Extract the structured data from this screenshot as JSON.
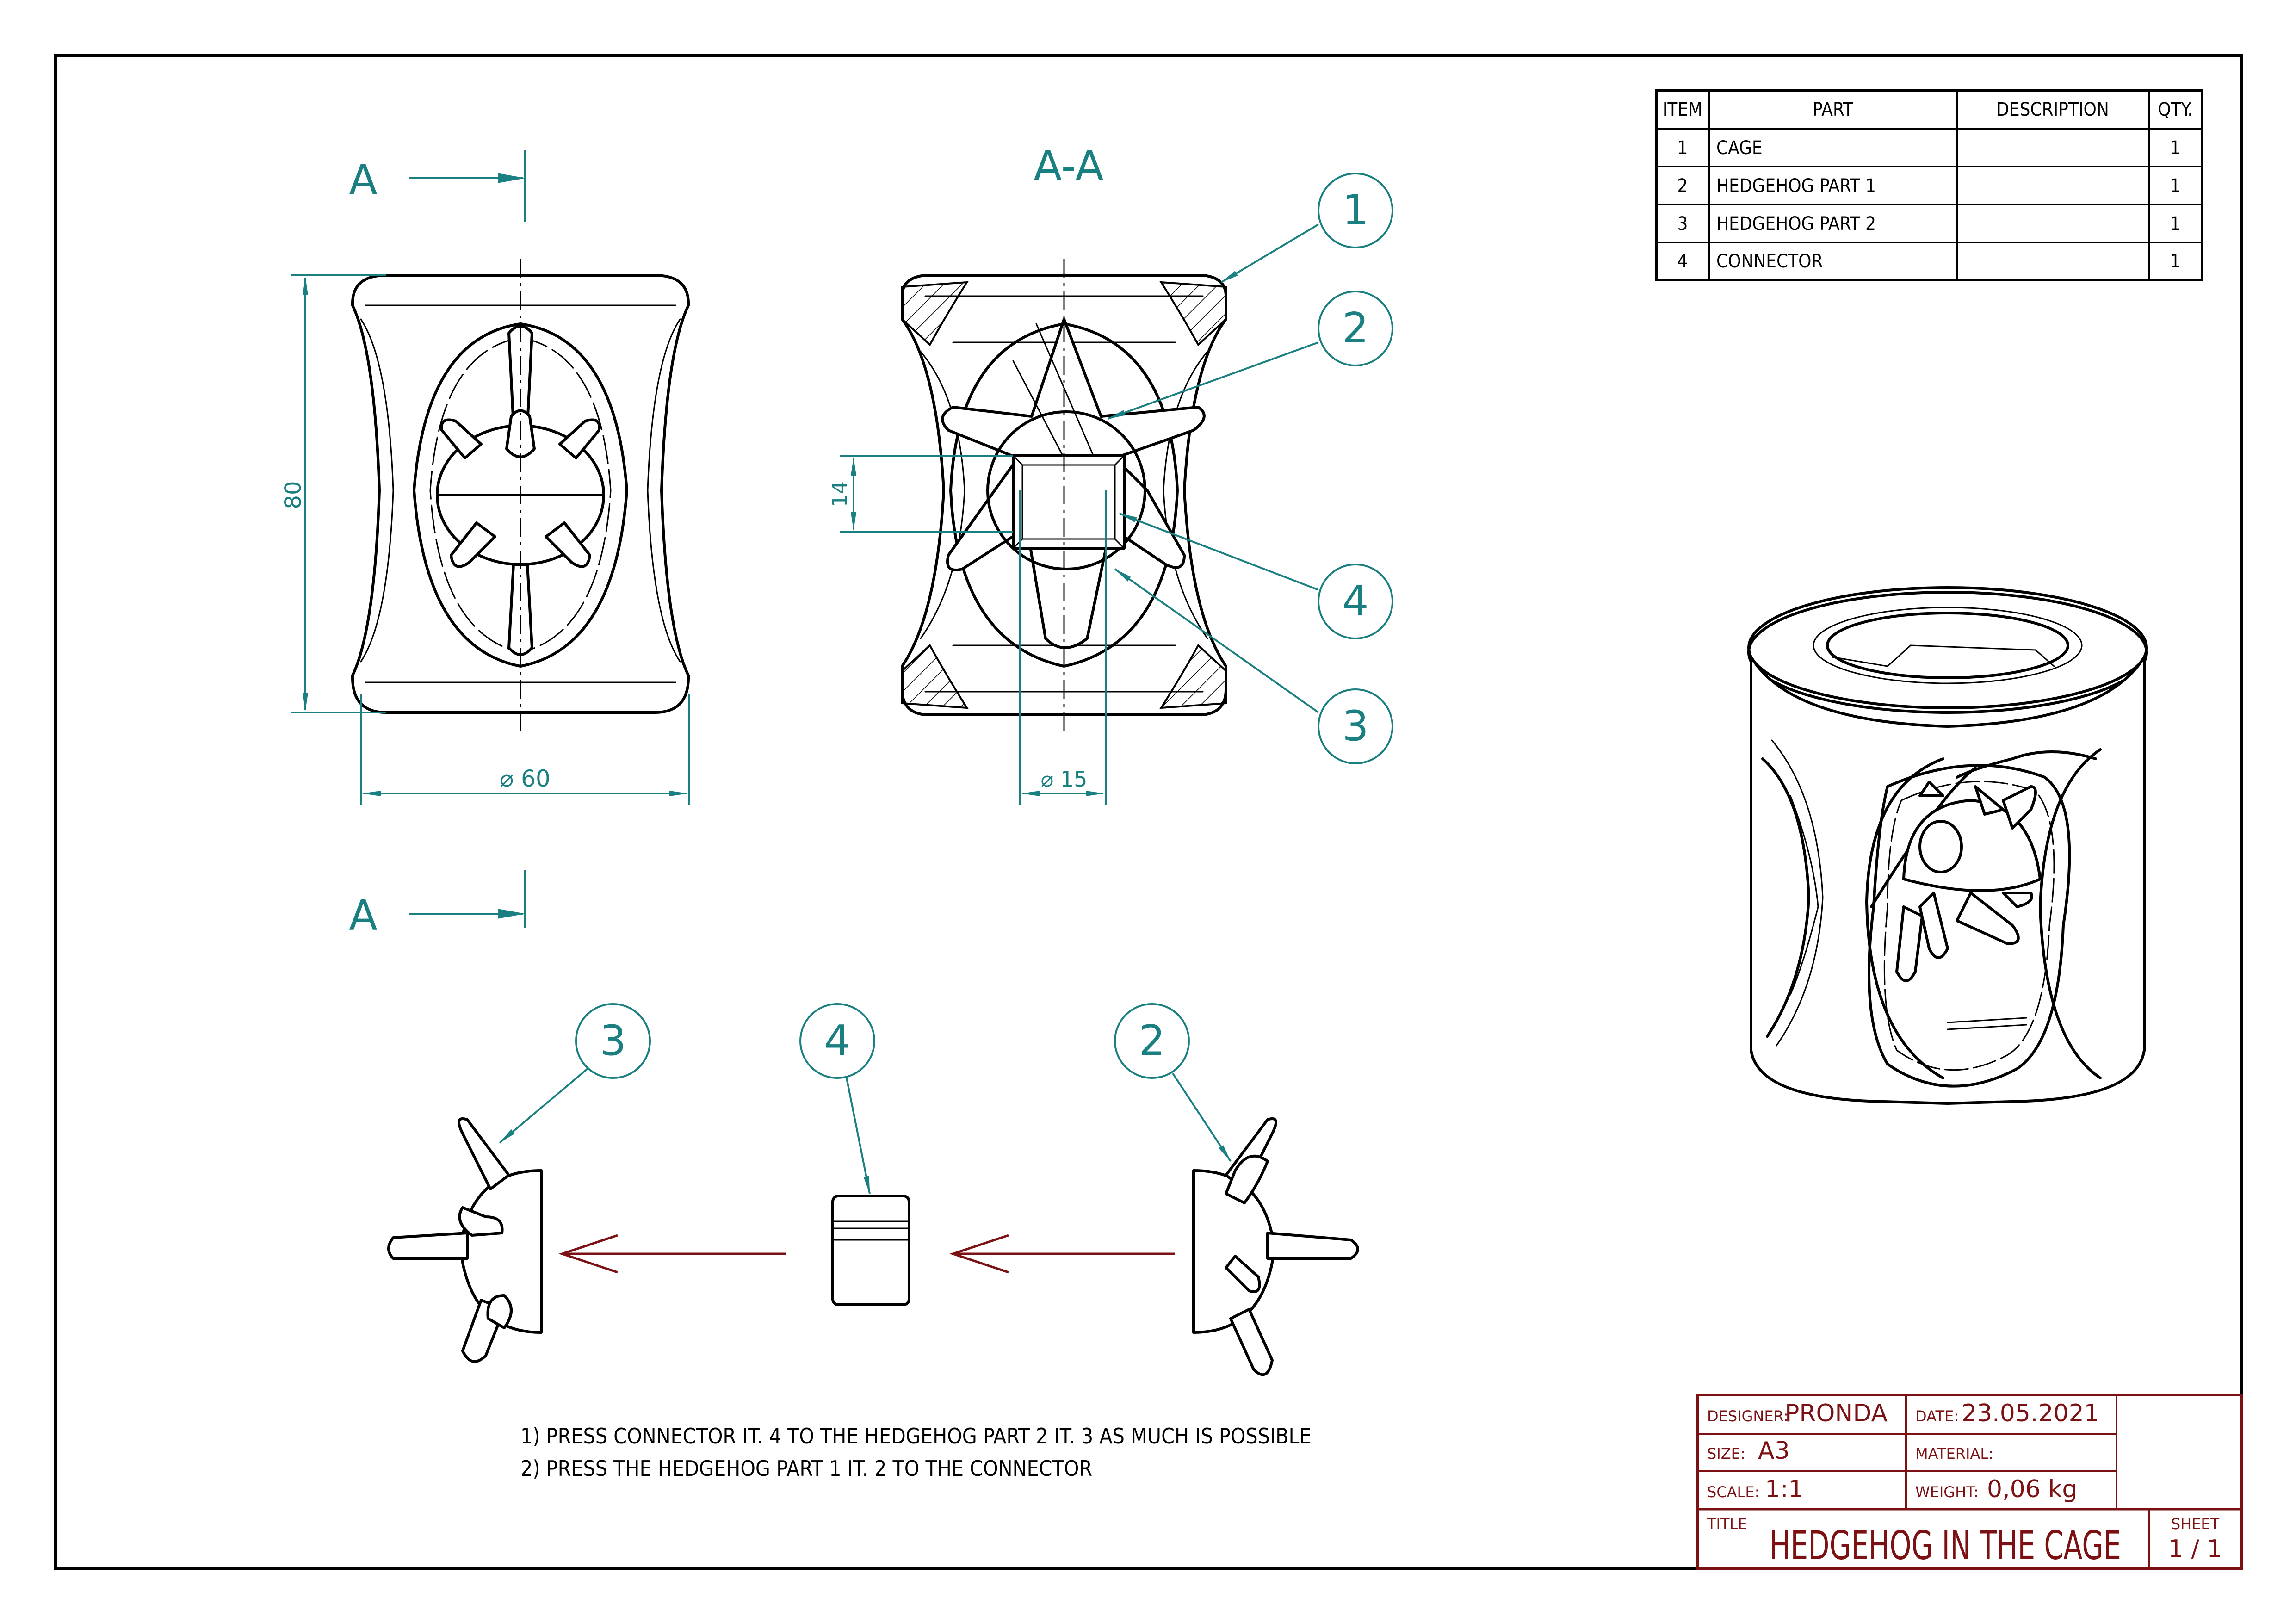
{
  "colors": {
    "dimension": "#1a7f80",
    "title_block": "#7b1113",
    "line": "#000000"
  },
  "section": {
    "label": "A",
    "title": "A-A"
  },
  "dimensions": {
    "height": "80",
    "diameter_outer": "⌀ 60",
    "square": "14",
    "diameter_inner": "⌀ 15"
  },
  "balloons": [
    "1",
    "2",
    "3",
    "4"
  ],
  "bom": {
    "headers": [
      "ITEM",
      "PART",
      "DESCRIPTION",
      "QTY."
    ],
    "rows": [
      [
        "1",
        "CAGE",
        "",
        "1"
      ],
      [
        "2",
        "HEDGEHOG PART 1",
        "",
        "1"
      ],
      [
        "3",
        "HEDGEHOG PART 2",
        "",
        "1"
      ],
      [
        "4",
        "CONNECTOR",
        "",
        "1"
      ]
    ]
  },
  "notes": [
    "1) PRESS CONNECTOR IT. 4 TO THE HEDGEHOG PART 2 IT. 3 AS MUCH IS POSSIBLE",
    "2) PRESS THE HEDGEHOG PART 1 IT. 2 TO THE CONNECTOR"
  ],
  "title_block": {
    "designer_label": "DESIGNER:",
    "designer": "PRONDA",
    "date_label": "DATE:",
    "date": "23.05.2021",
    "size_label": "SIZE:",
    "size": "A3",
    "material_label": "MATERIAL:",
    "scale_label": "SCALE:",
    "scale": "1:1",
    "weight_label": "WEIGHT:",
    "weight": "0,06 kg",
    "title_label": "TITLE",
    "title": "HEDGEHOG IN THE CAGE",
    "sheet_label": "SHEET",
    "sheet": "1 / 1"
  }
}
